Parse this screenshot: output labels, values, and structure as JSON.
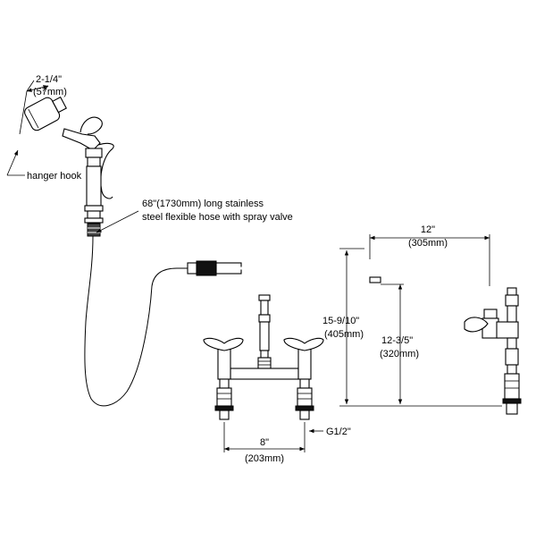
{
  "labels": {
    "sprayer_width": "2-1/4\"",
    "sprayer_width_mm": "(57mm)",
    "hanger_hook": "hanger hook",
    "hose_line1": "68\"(1730mm) long stainless",
    "hose_line2": "steel flexible hose with spray valve",
    "spout_reach": "12\"",
    "spout_reach_mm": "(305mm)",
    "overall_height": "15-9/10\"",
    "overall_height_mm": "(405mm)",
    "spout_height": "12-3/5\"",
    "spout_height_mm": "(320mm)",
    "center_spacing": "8\"",
    "center_spacing_mm": "(203mm)",
    "inlet_thread": "G1/2\""
  }
}
